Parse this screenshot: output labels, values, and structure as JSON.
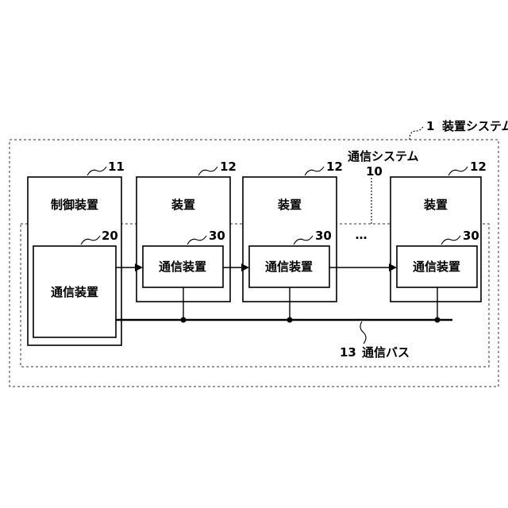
{
  "system": {
    "ref": "1",
    "label": "装置システム"
  },
  "comm_system": {
    "label": "通信システム",
    "ref": "10"
  },
  "control_device": {
    "label": "制御装置",
    "ref": "11"
  },
  "controller_comm": {
    "label": "通信装置",
    "ref": "20"
  },
  "devices": [
    {
      "label": "装置",
      "ref": "12",
      "comm_label": "通信装置",
      "comm_ref": "30"
    },
    {
      "label": "装置",
      "ref": "12",
      "comm_label": "通信装置",
      "comm_ref": "30"
    },
    {
      "label": "装置",
      "ref": "12",
      "comm_label": "通信装置",
      "comm_ref": "30"
    }
  ],
  "ellipsis": "…",
  "bus": {
    "ref": "13",
    "label": "通信バス"
  }
}
